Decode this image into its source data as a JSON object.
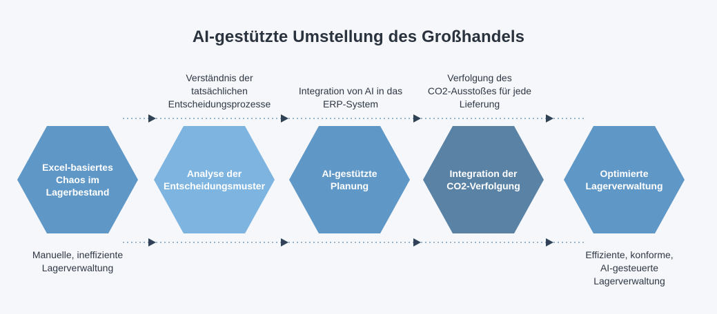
{
  "title": "AI-gestützte Umstellung des Großhandels",
  "colors": {
    "background": "#f5f7fa",
    "hex_default": "#5f97c7",
    "hex_light": "#7db4e0",
    "hex_dark": "#5a82a5",
    "arrow": "#2f4256",
    "dots": "#7a9bb8"
  },
  "stages": [
    {
      "label": "Excel-basiertes\nChaos im\nLagerbestand",
      "tone": "default"
    },
    {
      "label": "Analyse der\nEntscheidungsmuster",
      "tone": "light"
    },
    {
      "label": "AI-gestützte\nPlanung",
      "tone": "default"
    },
    {
      "label": "Integration der\nCO2-Verfolgung",
      "tone": "dark"
    },
    {
      "label": "Optimierte\nLagerverwaltung",
      "tone": "default"
    }
  ],
  "top_notes": [
    "Verständnis der\ntatsächlichen\nEntscheidungsprozesse",
    "Integration von AI in das\nERP-System",
    "Verfolgung des\nCO2-Ausstoßes für jede\nLieferung"
  ],
  "bottom_notes": {
    "start": "Manuelle, ineffiziente\nLagerverwaltung",
    "end": "Effiziente, konforme,\nAI-gesteuerte\nLagerverwaltung"
  }
}
